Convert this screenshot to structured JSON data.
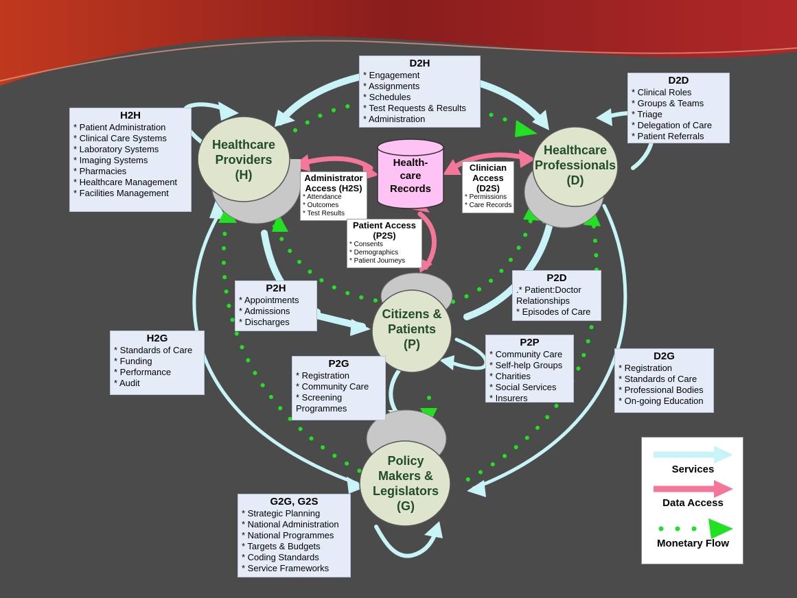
{
  "nodes": {
    "providers": {
      "lines": [
        "Healthcare",
        "Providers",
        "(H)"
      ]
    },
    "professionals": {
      "lines": [
        "Healthcare",
        "Professionals",
        "(D)"
      ]
    },
    "patients": {
      "lines": [
        "Citizens &",
        "Patients",
        "(P)"
      ]
    },
    "policy": {
      "lines": [
        "Policy",
        "Makers &",
        "Legislators",
        "(G)"
      ]
    },
    "records": {
      "lines": [
        "Health-",
        "care",
        "Records"
      ]
    }
  },
  "boxes": {
    "h2h": {
      "title": "H2H",
      "items": [
        "* Patient Administration",
        "* Clinical Care Systems",
        "* Laboratory Systems",
        "* Imaging Systems",
        "* Pharmacies",
        "* Healthcare Management",
        "* Facilities Management"
      ]
    },
    "d2h": {
      "title": "D2H",
      "items": [
        "* Engagement",
        "* Assignments",
        "* Schedules",
        "* Test Requests & Results",
        "* Administration"
      ]
    },
    "d2d": {
      "title": "D2D",
      "items": [
        "* Clinical Roles",
        "* Groups & Teams",
        "* Triage",
        "* Delegation of Care",
        "* Patient Referrals"
      ]
    },
    "h2s": {
      "title_lines": [
        "Administrator",
        "Access (H2S)"
      ],
      "items": [
        "* Attendance",
        "* Outcomes",
        "* Test Results"
      ]
    },
    "d2s": {
      "title_lines": [
        "Clinician",
        "Access",
        "(D2S)"
      ],
      "items": [
        "* Permissions",
        "* Care Records"
      ]
    },
    "p2s": {
      "title_lines": [
        "Patient Access",
        "(P2S)"
      ],
      "items": [
        "* Consents",
        "* Demographics",
        "* Patient Journeys"
      ]
    },
    "p2h": {
      "title": "P2H",
      "items": [
        "* Appointments",
        "* Admissions",
        "* Discharges"
      ]
    },
    "p2d": {
      "title": "P2D",
      "items": [
        ".* Patient:Doctor",
        "Relationships",
        "* Episodes of Care"
      ]
    },
    "h2g": {
      "title": "H2G",
      "items": [
        "* Standards of Care",
        "* Funding",
        "* Performance",
        "* Audit"
      ]
    },
    "p2p": {
      "title": "P2P",
      "items": [
        "* Community Care",
        "* Self-help Groups",
        "* Charities",
        "* Social Services",
        "* Insurers"
      ]
    },
    "p2g": {
      "title": "P2G",
      "items": [
        "* Registration",
        "* Community Care",
        "* Screening",
        "Programmes"
      ]
    },
    "d2g": {
      "title": "D2G",
      "items": [
        "* Registration",
        "* Standards of Care",
        "* Professional Bodies",
        "* On-going Education"
      ]
    },
    "g2g": {
      "title": "G2G, G2S",
      "items": [
        "* Strategic Planning",
        "* National Administration",
        "* National Programmes",
        "* Targets & Budgets",
        "* Coding Standards",
        "* Service Frameworks"
      ]
    }
  },
  "legend": {
    "services": "Services",
    "data_access": "Data Access",
    "monetary_flow": "Monetary Flow"
  },
  "colors": {
    "services": "#c9f4f7",
    "data_access": "#f4779a",
    "monetary": "#22e022",
    "node_fill": "#dfe4cc",
    "node_shadow": "#c8c8c8",
    "records_fill": "#ffc2f4",
    "background": "#4b4b4b",
    "box_fill": "#e6ecf7"
  }
}
